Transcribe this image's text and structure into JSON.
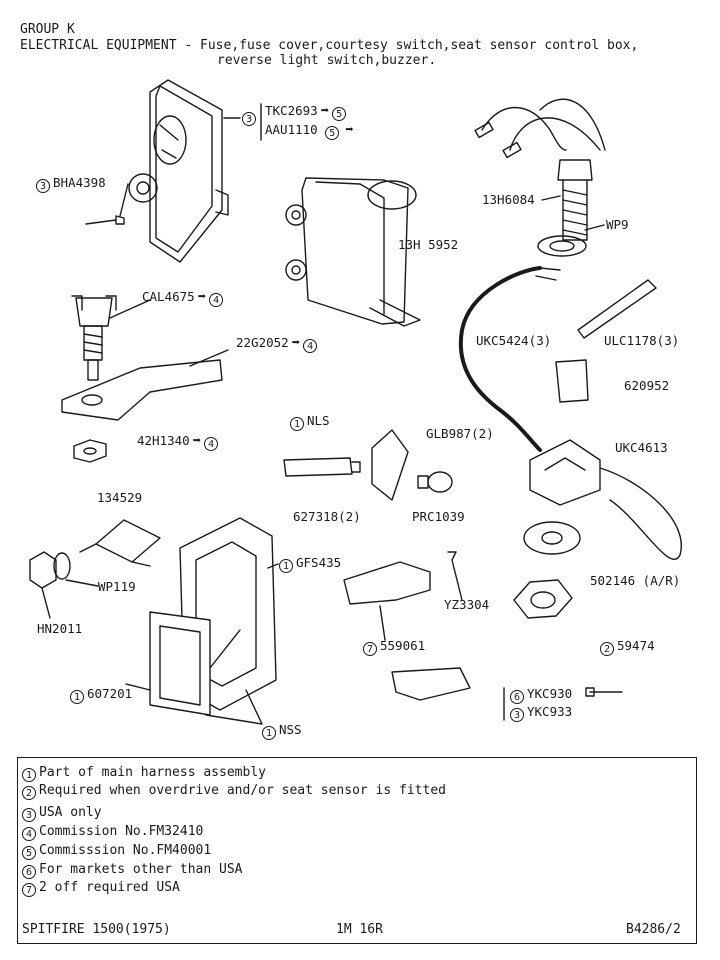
{
  "header": {
    "group": "GROUP K",
    "line1": "ELECTRICAL EQUIPMENT - Fuse,fuse cover,courtesy switch,seat sensor control box,",
    "line2": "reverse light switch,buzzer."
  },
  "callouts": {
    "c1": {
      "ref": "3",
      "a": "TKC2693",
      "an": "5",
      "b": "AAU1110",
      "bn": "5"
    },
    "bha": {
      "ref": "3",
      "text": "BHA4398"
    },
    "h6084": {
      "text": "13H6084"
    },
    "wp9": {
      "text": "WP9"
    },
    "h5952": {
      "text": "13H 5952"
    },
    "cal": {
      "text": "CAL4675",
      "n": "4"
    },
    "g2052": {
      "text": "22G2052",
      "n": "4"
    },
    "ukc5424": {
      "text": "UKC5424(3)"
    },
    "ulc": {
      "text": "ULC1178(3)"
    },
    "p620952": {
      "text": "620952"
    },
    "h1340": {
      "text": "42H1340",
      "n": "4"
    },
    "nls": {
      "ref": "1",
      "text": "NLS"
    },
    "glb": {
      "text": "GLB987(2)"
    },
    "ukc4613": {
      "text": "UKC4613"
    },
    "p627318": {
      "text": "627318(2)"
    },
    "prc": {
      "text": "PRC1039"
    },
    "p134529": {
      "text": "134529"
    },
    "gfs": {
      "ref": "1",
      "text": "GFS435"
    },
    "wp119": {
      "text": "WP119"
    },
    "yz": {
      "text": "YZ3304"
    },
    "p502146": {
      "text": "502146 (A/R)"
    },
    "hn": {
      "text": "HN2011"
    },
    "p559061": {
      "ref": "7",
      "text": "559061"
    },
    "p59474": {
      "ref": "2",
      "text": "59474"
    },
    "p607201": {
      "ref": "1",
      "text": "607201"
    },
    "ykc930": {
      "ref": "6",
      "text": "YKC930"
    },
    "ykc933": {
      "ref": "3",
      "text": "YKC933"
    },
    "nss": {
      "ref": "1",
      "text": "NSS"
    }
  },
  "notes": [
    {
      "n": "1",
      "text": "Part of main harness assembly"
    },
    {
      "n": "2",
      "text": "Required when overdrive and/or seat sensor is fitted"
    },
    {
      "n": "3",
      "text": "USA only"
    },
    {
      "n": "4",
      "text": "Commission No.FM32410"
    },
    {
      "n": "5",
      "text": "Commisssion No.FM40001"
    },
    {
      "n": "6",
      "text": "For markets other than USA"
    },
    {
      "n": "7",
      "text": "2 off required USA"
    }
  ],
  "footer": {
    "left": "SPITFIRE 1500(1975)",
    "center": "1M 16R",
    "right": "B4286/2"
  }
}
